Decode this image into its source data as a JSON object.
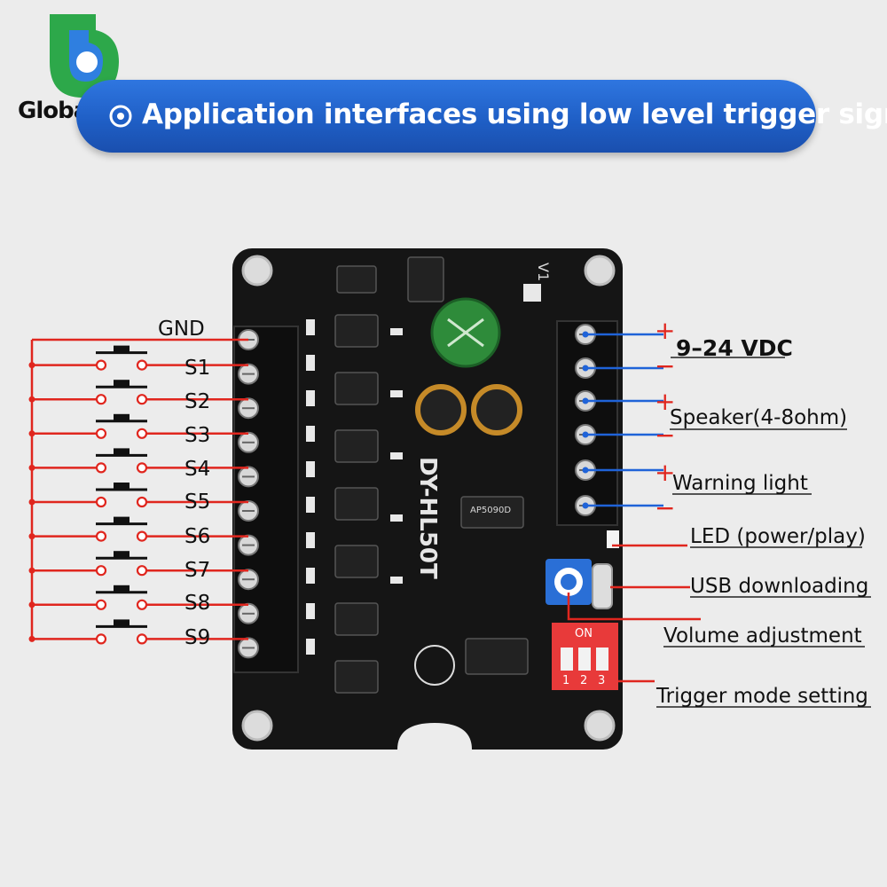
{
  "brand": {
    "name": "GlobalGo",
    "colors": {
      "green": "#2da84a",
      "blue": "#2f7fe0"
    }
  },
  "banner": {
    "text": "Application interfaces using low level trigger signal",
    "icon": "target-icon"
  },
  "board": {
    "model": "DY-HL50T",
    "version": "V1",
    "chip": "AP5090D",
    "dip_label": "ON",
    "dip_numbers": [
      "1",
      "2",
      "3"
    ]
  },
  "left_pins": [
    "GND",
    "S1",
    "S2",
    "S3",
    "S4",
    "S5",
    "S6",
    "S7",
    "S8",
    "S9"
  ],
  "right_labels": {
    "power": "9–24 VDC",
    "speaker": "Speaker(4-8ohm)",
    "warning": "Warning light",
    "led": "LED (power/play)",
    "usb": "USB downloading",
    "volume": "Volume adjustment",
    "trigger": "Trigger mode setting"
  },
  "polarity": {
    "plus": "+",
    "minus": "−"
  },
  "colors": {
    "wire_red": "#e0261e",
    "wire_blue": "#1f63d8",
    "pcb": "#151515",
    "dip": "#e83a3a",
    "pot": "#2a6fd6"
  }
}
